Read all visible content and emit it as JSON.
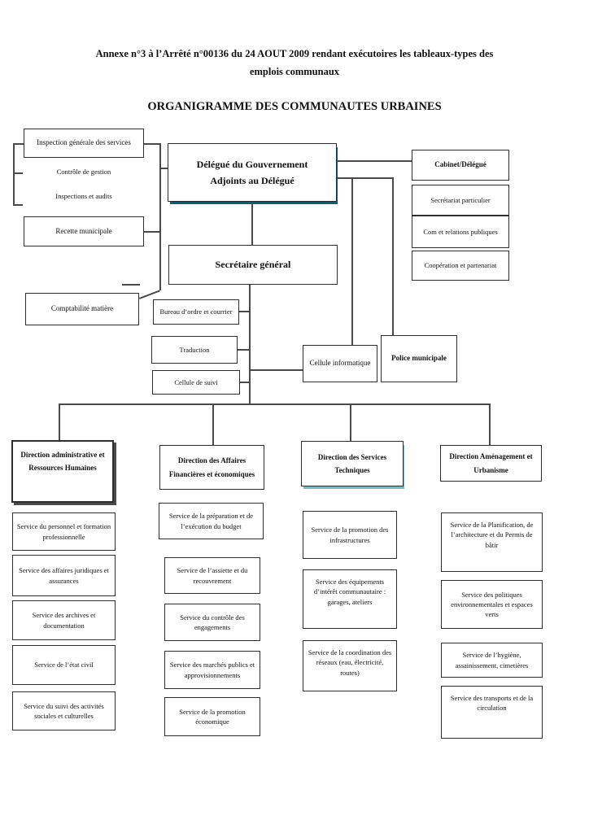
{
  "page": {
    "annexe_title": "Annexe n°3 à l’Arrêté n°00136 du 24 AOUT 2009 rendant exécutoires les tableaux-types des emplois communaux",
    "main_title": "ORGANIGRAMME DES COMMUNAUTES URBAINES"
  },
  "org": {
    "inspection_generale": "Inspection générale des services",
    "controle_gestion": "Contrôle de gestion",
    "inspections_audits": "Inspections et audits",
    "recette_municipale": "Recette municipale",
    "delegue_line1": "Délégué du Gouvernement",
    "delegue_line2": "Adjoints au Délégué",
    "cabinet": "Cabinet/Délégué",
    "secretariat_particulier": "Secrétariat particulier",
    "com_relations": "Com et relations publiques",
    "cooperation": "Coopération et partenariat",
    "secretaire_general": "Secrétaire général",
    "comptabilite_matiere": "Comptabilité matière",
    "bureau_ordre": "Bureau d’ordre et courrier",
    "traduction": "Traduction",
    "cellule_suivi": "Cellule de suivi",
    "cellule_informatique": "Cellule informatique",
    "police_municipale": "Police municipale"
  },
  "directions": [
    {
      "title": "Direction administrative et Ressources Humaines",
      "services": [
        "Service du personnel et formation professionnelle",
        "Service des affaires juridiques et assurances",
        "Service des archives et documentation",
        "Service de l’état civil",
        "Service du suivi des activités sociales et culturelles"
      ]
    },
    {
      "title": "Direction des Affaires Financières et économiques",
      "services": [
        "Service de la préparation et de l’exécution du budget",
        "Service de l’assiette et du recouvrement",
        "Service du contrôle des engagements",
        "Service des marchés publics et approvisionnements",
        "Service de la promotion économique"
      ]
    },
    {
      "title": "Direction des Services Techniques",
      "services": [
        "Service de la promotion des infrastructures",
        "Service des équipements d’intérêt communautaire : garages, ateliers",
        "Service de la coordination des réseaux (eau, électricité, routes)"
      ]
    },
    {
      "title": "Direction Aménagement et Urbanisme",
      "services": [
        "Service de la Planification, de l’architecture et du Permis de bâtir",
        "Service des politiques environnementales et espaces verts",
        "Service de l’hygiène, assainissement, cimetières",
        "Service des transports et de la circulation"
      ]
    }
  ],
  "colors": {
    "line": "#4a4a4a",
    "teal_shadow": "#1d5766",
    "dark_shadow": "#4a4a4a"
  }
}
